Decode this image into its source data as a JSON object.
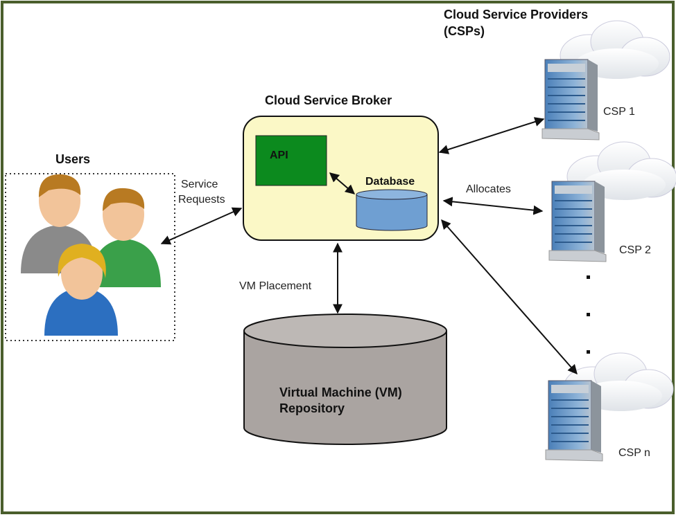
{
  "providers": {
    "title_line1": "Cloud Service Providers",
    "title_line2": "(CSPs)",
    "csps": [
      "CSP 1",
      "CSP 2",
      "CSP n"
    ]
  },
  "broker": {
    "title": "Cloud Service Broker",
    "api": "API",
    "database": "Database"
  },
  "users": {
    "title": "Users"
  },
  "repository": {
    "line1": "Virtual Machine (VM)",
    "line2": "Repository"
  },
  "edges": {
    "service_line1": "Service",
    "service_line2": "Requests",
    "vm_placement": "VM Placement",
    "allocates": "Allocates"
  },
  "colors": {
    "frame": "#4a5e2c",
    "broker_fill": "#fbf8c6",
    "api_fill": "#0c8a1e",
    "database_fill": "#6f9fd2",
    "repository_fill": "#aaa4a1"
  }
}
